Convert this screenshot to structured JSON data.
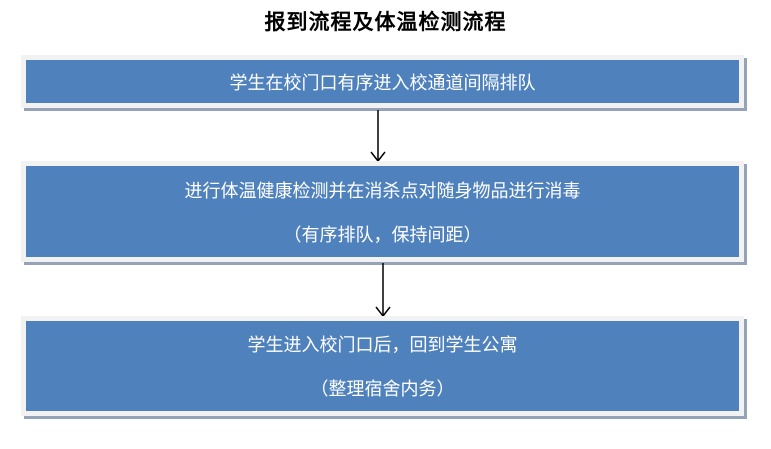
{
  "title": "报到流程及体温检测流程",
  "steps": [
    {
      "text": "学生在校门口有序进入校通道间隔排队"
    },
    {
      "text": "进行体温健康检测并在消杀点对随身物品进行消毒",
      "note": "（有序排队，保持间距）"
    },
    {
      "text": "学生进入校门口后，回到学生公寓",
      "note": "（整理宿舍内务）"
    }
  ],
  "colors": {
    "box": "#4f81bd",
    "frame": "#f2f2f2",
    "shadow": "#94a3b8"
  }
}
